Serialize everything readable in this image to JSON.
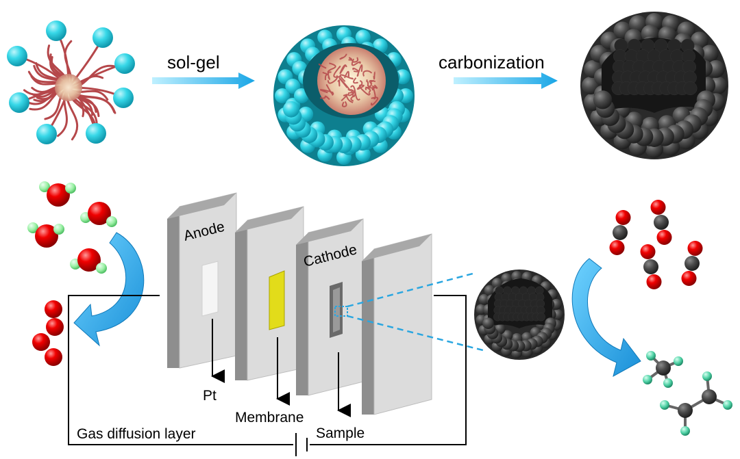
{
  "top_row": {
    "arrow_1_label": "sol-gel",
    "arrow_2_label": "carbonization"
  },
  "cell": {
    "anode_label": "Anode",
    "cathode_label": "Cathode",
    "pt_label": "Pt",
    "membrane_label": "Membrane",
    "sample_label": "Sample",
    "gdl_label": "Gas diffusion layer"
  },
  "colors": {
    "silica_sphere": "#33d6e6",
    "carbon_sphere": "#3d3d3d",
    "polymer_chain": "#b5474a",
    "arrow_blue": "#2aa6e0",
    "membrane": "#e2dc1a",
    "plate_face": "#dddddd",
    "plate_side": "#8e8e8e",
    "oxygen": "#e00000",
    "hydrogen": "#9ef0a6",
    "carbon_atom": "#555555",
    "fluorine_like": "#4fd1a5"
  }
}
